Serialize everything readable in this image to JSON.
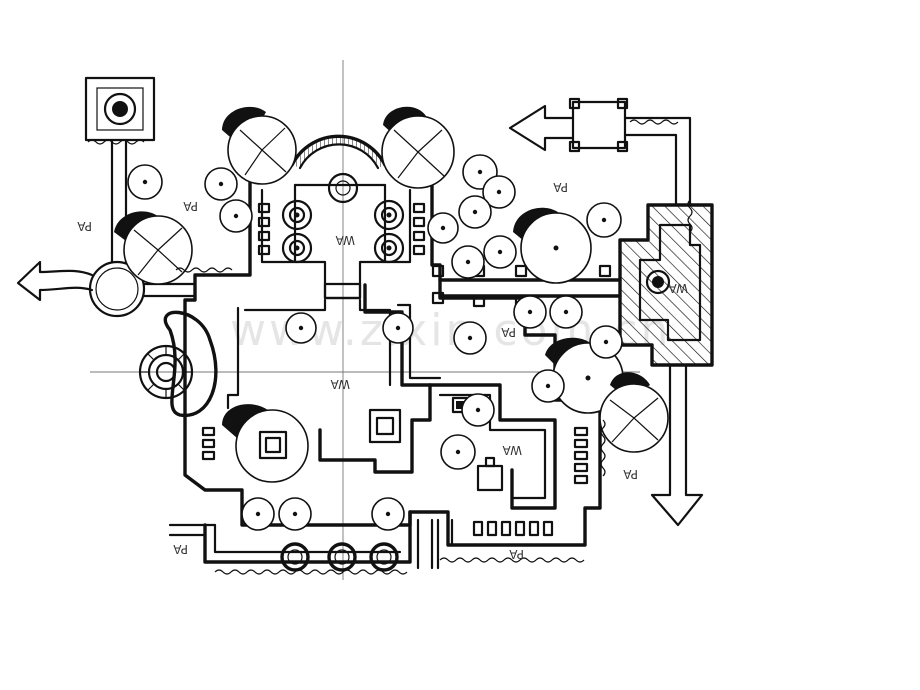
{
  "plan": {
    "labels": {
      "pa": "PA",
      "wa": "WA"
    },
    "watermark": "www.zixin.com.cn"
  },
  "colors": {
    "ink": "#111111",
    "paper": "#ffffff",
    "watermark": "#d8d8d8"
  }
}
